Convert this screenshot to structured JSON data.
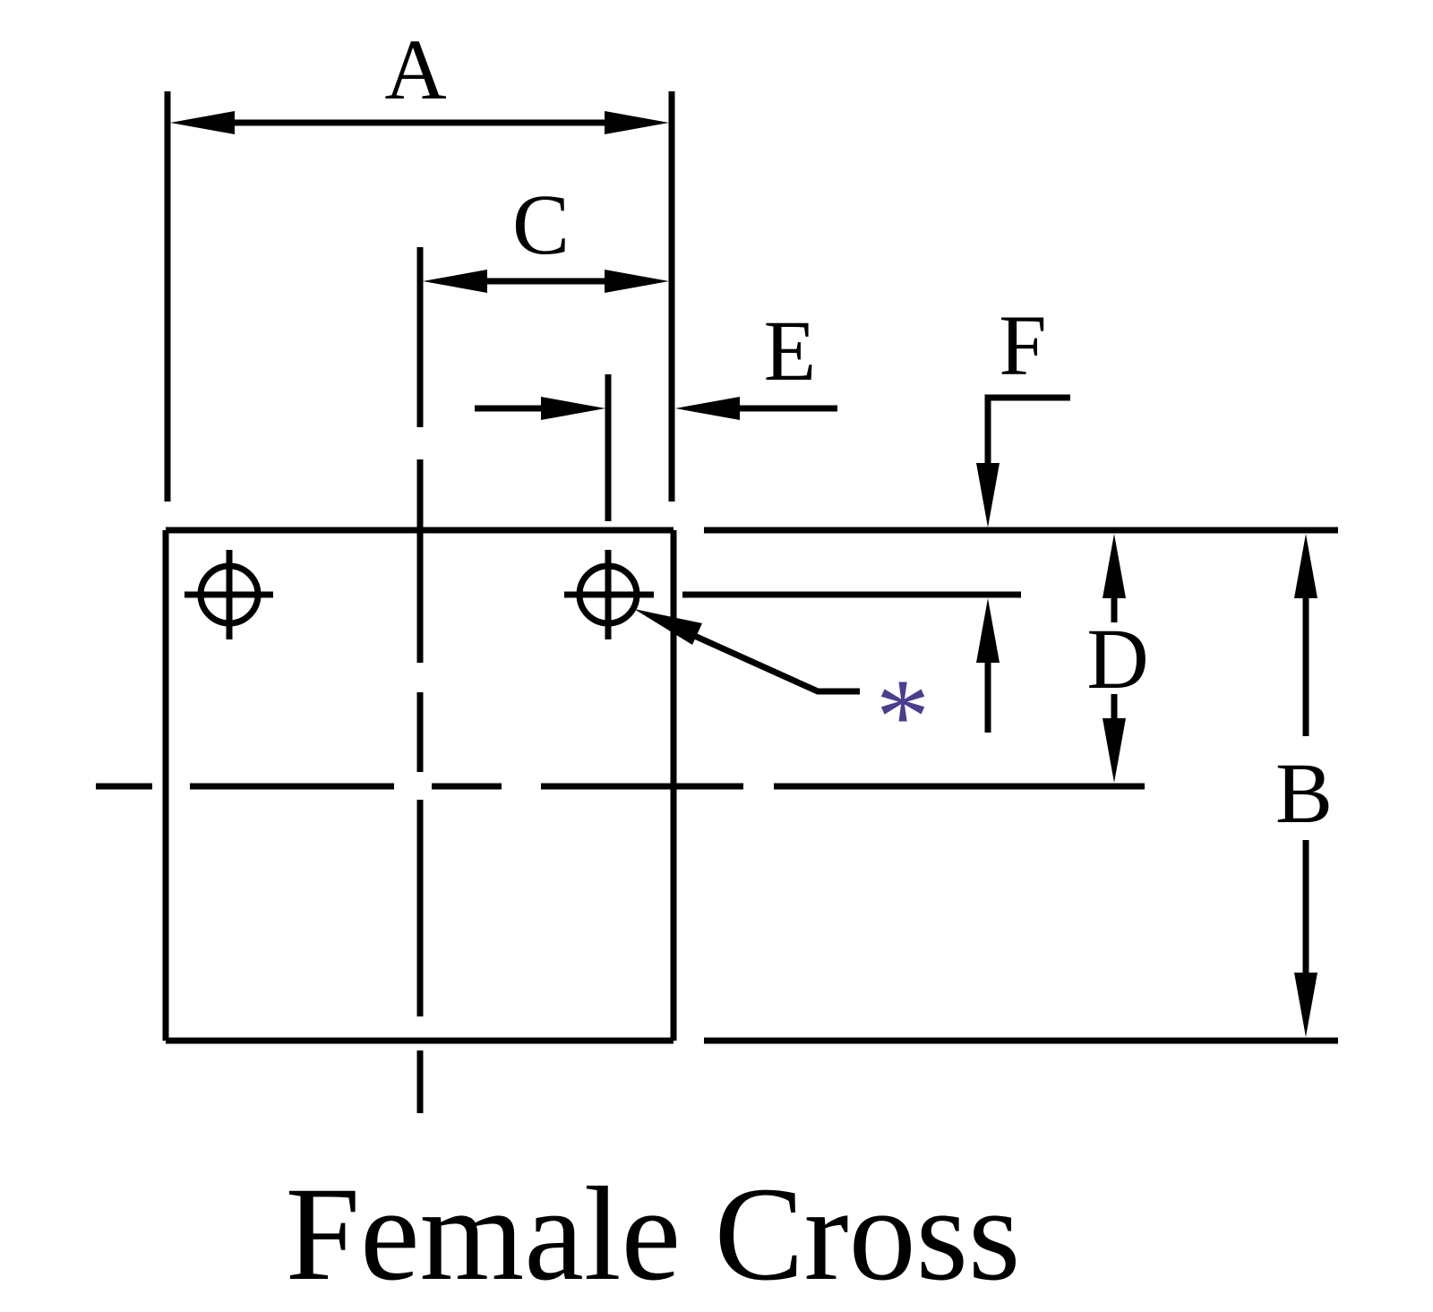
{
  "diagram": {
    "caption": "Female Cross",
    "dimension_labels": {
      "a": "A",
      "b": "B",
      "c": "C",
      "d": "D",
      "e": "E",
      "f": "F"
    },
    "note_marker": "*",
    "colors": {
      "line": "#000000",
      "note_marker": "#4b3d8f",
      "background": "#ffffff"
    }
  }
}
